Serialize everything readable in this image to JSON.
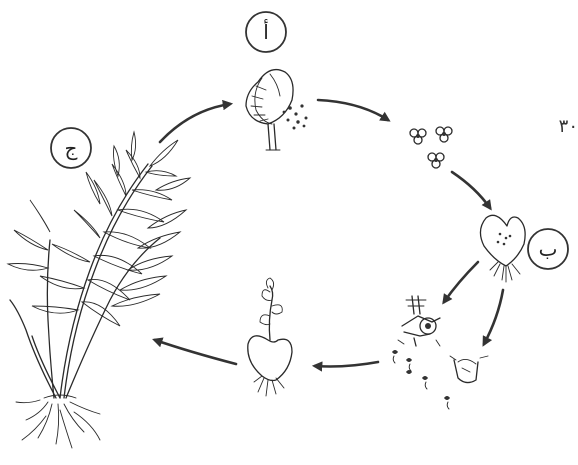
{
  "labels": {
    "a": "أ",
    "b": "ب",
    "c": "ج"
  },
  "corner_text": "٣٠"
}
